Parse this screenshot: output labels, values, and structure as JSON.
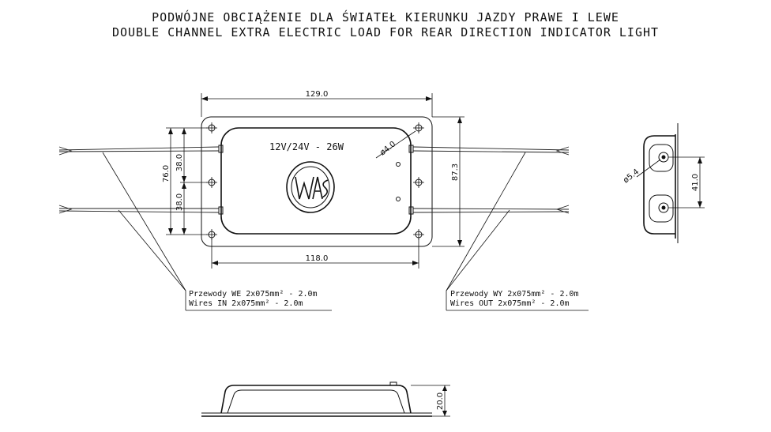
{
  "title": {
    "line1": "PODWÓJNE OBCIĄŻENIE DLA ŚWIATEŁ KIERUNKU JAZDY PRAWE I LEWE",
    "line2": "DOUBLE CHANNEL EXTRA ELECTRIC LOAD FOR REAR DIRECTION INDICATOR LIGHT"
  },
  "front_view": {
    "rating": "12V/24V - 26W",
    "logo": "WAŚ",
    "dims": {
      "width_top": "129.0",
      "width_bottom": "118.0",
      "height_right": "87.3",
      "height_left": "76.0",
      "upper_half": "38.0",
      "lower_half": "38.0",
      "hole": "ø4.0"
    }
  },
  "side_view": {
    "hole": "ø5.4",
    "spacing": "41.0"
  },
  "bottom_view": {
    "height": "20.0"
  },
  "notes": {
    "wires_in_pl": "Przewody WE 2x075mm² - 2.0m",
    "wires_in_en": "Wires IN 2x075mm² - 2.0m",
    "wires_out_pl": "Przewody WY 2x075mm² - 2.0m",
    "wires_out_en": "Wires OUT 2x075mm² - 2.0m"
  }
}
